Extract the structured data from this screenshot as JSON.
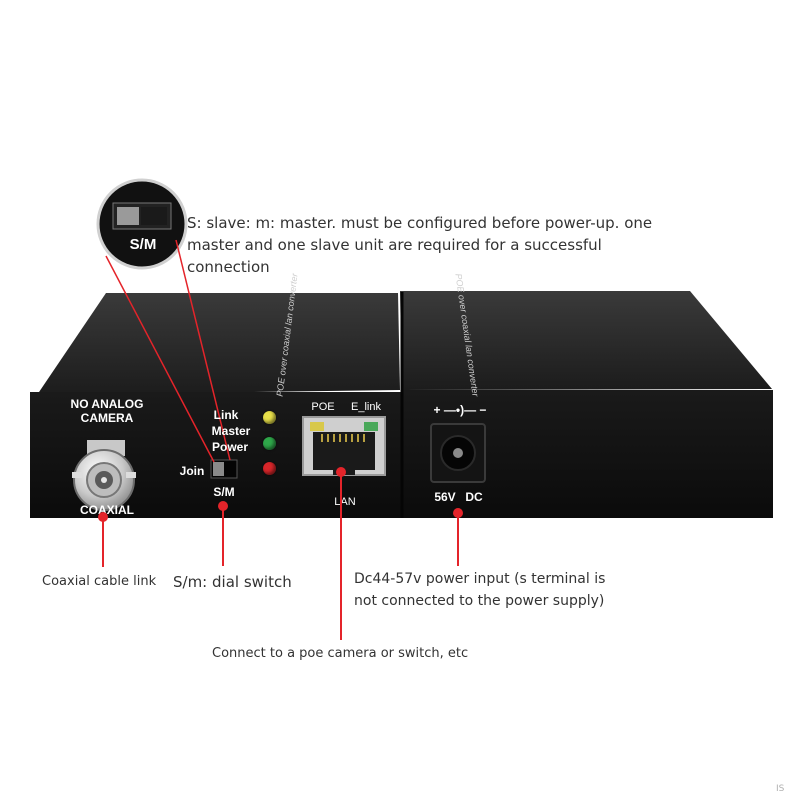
{
  "callouts": {
    "sm_note": "S: slave: m: master. must be configured before power-up. one master and one slave unit are required for a successful connection",
    "coaxial": "Coaxial cable link",
    "dial_switch": "S/m: dial switch",
    "power_input": "Dc44-57v power input (s terminal is not connected to the power supply)",
    "poe_connect": "Connect to a poe camera or switch, etc"
  },
  "inset": {
    "label": "S/M"
  },
  "left_unit": {
    "top_text": "POE over coaxial lan converter",
    "bnc_top": "NO ANALOG CAMERA",
    "bnc_bottom": "COAXIAL",
    "led_labels": [
      "Link",
      "Master",
      "Power"
    ],
    "join_label": "Join",
    "switch_label": "S/M",
    "rj45_left": "POE",
    "rj45_right": "E_link",
    "rj45_bottom": "LAN"
  },
  "right_unit": {
    "top_text": "POE over coaxial lan converter",
    "polarity": "+ —•)— −",
    "voltage": "56V",
    "dc": "DC"
  },
  "colors": {
    "led_link": "#e8e04a",
    "led_master": "#2fa84a",
    "led_power": "#d8262a",
    "callout_red": "#e4242a"
  },
  "watermark": "IS"
}
